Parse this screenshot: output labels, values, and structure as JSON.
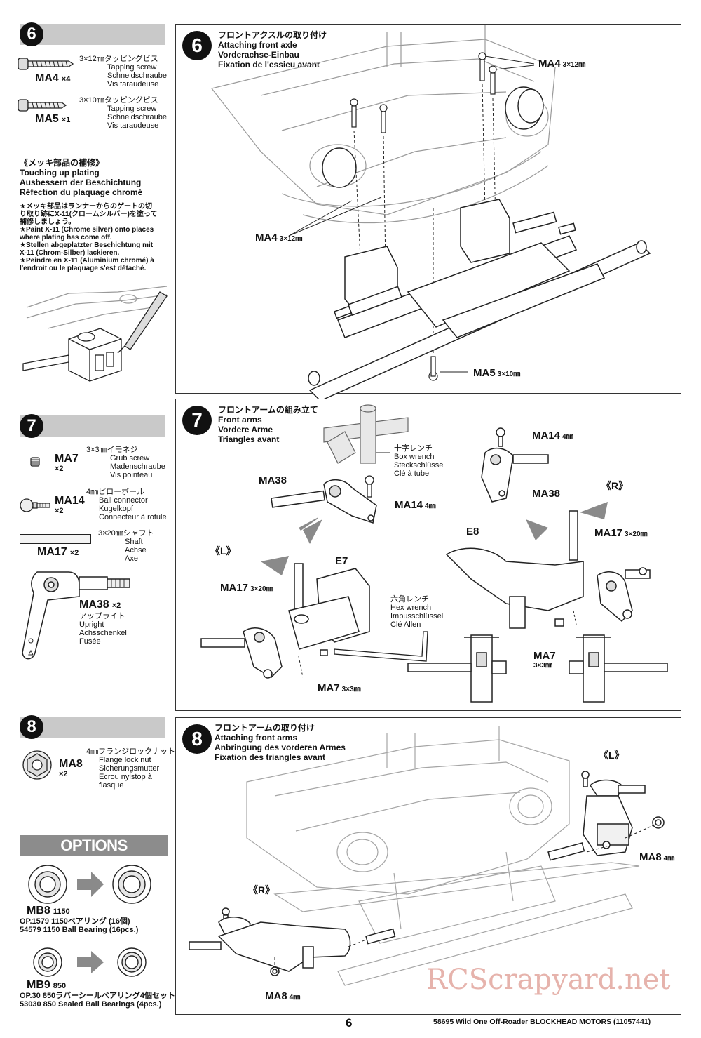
{
  "steps": {
    "s6": {
      "number": "6",
      "parts": [
        {
          "code": "MA4",
          "qty": "×4",
          "name_jp": "3×12㎜タッピングビス",
          "name_en": "Tapping screw",
          "name_de": "Schneidschraube",
          "name_fr": "Vis taraudeuse"
        },
        {
          "code": "MA5",
          "qty": "×1",
          "name_jp": "3×10㎜タッピングビス",
          "name_en": "Tapping screw",
          "name_de": "Schneidschraube",
          "name_fr": "Vis taraudeuse"
        }
      ],
      "plating_note": {
        "title_jp": "《メッキ部品の補修》",
        "title_en": "Touching up plating",
        "title_de": "Ausbessern der Beschichtung",
        "title_fr": "Réfection du plaquage chromé",
        "body_jp_1": "★メッキ部品はランナーからのゲートの切",
        "body_jp_2": "り取り跡にX-11(クロームシルバー)を塗って",
        "body_jp_3": "補修しましょう。",
        "body_en_1": "★Paint X-11 (Chrome silver) onto places",
        "body_en_2": "where plating has come off.",
        "body_de_1": "★Stellen abgeplatzter Beschichtung mit",
        "body_de_2": "X-11 (Chrom-Silber) lackieren.",
        "body_fr_1": "★Peindre en X-11 (Aluminium chromé) à",
        "body_fr_2": "l'endroit ou le plaquage s'est détaché."
      },
      "panel": {
        "title_jp": "フロントアクスルの取り付け",
        "title_en": "Attaching front axle",
        "title_de": "Vorderachse-Einbau",
        "title_fr": "Fixation de l'essieu avant",
        "callouts": [
          {
            "code": "MA4",
            "size": "3×12㎜"
          },
          {
            "code": "MA4",
            "size": "3×12㎜"
          },
          {
            "code": "MA5",
            "size": "3×10㎜"
          }
        ]
      }
    },
    "s7": {
      "number": "7",
      "parts": [
        {
          "code": "MA7",
          "qty": "×2",
          "name_jp": "3×3㎜イモネジ",
          "name_en": "Grub screw",
          "name_de": "Madenschraube",
          "name_fr": "Vis pointeau"
        },
        {
          "code": "MA14",
          "qty": "×2",
          "name_jp": "4㎜ピローボール",
          "name_en": "Ball connector",
          "name_de": "Kugelkopf",
          "name_fr": "Connecteur à rotule"
        },
        {
          "code": "MA17",
          "qty": "×2",
          "name_jp": "3×20㎜シャフト",
          "name_en": "Shaft",
          "name_de": "Achse",
          "name_fr": "Axe"
        },
        {
          "code": "MA38",
          "qty": "×2",
          "name_jp": "アップライト",
          "name_en": "Upright",
          "name_de": "Achsschenkel",
          "name_fr": "Fusée"
        }
      ],
      "panel": {
        "title_jp": "フロントアームの組み立て",
        "title_en": "Front arms",
        "title_de": "Vordere Arme",
        "title_fr": "Triangles avant",
        "box_wrench": {
          "jp": "十字レンチ",
          "en": "Box wrench",
          "de": "Steckschlüssel",
          "fr": "Clé à tube"
        },
        "hex_wrench": {
          "jp": "六角レンチ",
          "en": "Hex wrench",
          "de": "Imbusschlüssel",
          "fr": "Clé Allen"
        },
        "left_tag": "《L》",
        "right_tag": "《R》",
        "callouts": {
          "ma38_left": "MA38",
          "ma14_left": {
            "code": "MA14",
            "size": "4㎜"
          },
          "ma17_left": {
            "code": "MA17",
            "size": "3×20㎜"
          },
          "e7": "E7",
          "ma7_left": {
            "code": "MA7",
            "size": "3×3㎜"
          },
          "ma14_right": {
            "code": "MA14",
            "size": "4㎜"
          },
          "ma38_right": "MA38",
          "e8": "E8",
          "ma17_right": {
            "code": "MA17",
            "size": "3×20㎜"
          },
          "ma7_right": {
            "code": "MA7",
            "size": "3×3㎜"
          }
        }
      }
    },
    "s8": {
      "number": "8",
      "parts": [
        {
          "code": "MA8",
          "qty": "×2",
          "name_jp": "4㎜フランジロックナット",
          "name_en": "Flange lock nut",
          "name_de": "Sicherungsmutter",
          "name_fr_1": "Ecrou nylstop à",
          "name_fr_2": "flasque"
        }
      ],
      "panel": {
        "title_jp": "フロントアームの取り付け",
        "title_en": "Attaching front arms",
        "title_de": "Anbringung des vorderen Armes",
        "title_fr": "Fixation des triangles avant",
        "left_tag": "《L》",
        "right_tag": "《R》",
        "callouts": [
          {
            "code": "MA8",
            "size": "4㎜"
          },
          {
            "code": "MA8",
            "size": "4㎜"
          }
        ]
      }
    }
  },
  "options": {
    "header": "OPTIONS",
    "items": [
      {
        "code": "MB8",
        "size": "1150",
        "line1": "OP.1579 1150ベアリング (16個)",
        "line2": "54579 1150 Ball Bearing (16pcs.)"
      },
      {
        "code": "MB9",
        "size": "850",
        "line1": "OP.30 850ラバーシールベアリング4個セット",
        "line2": "53030 850 Sealed Ball Bearings (4pcs.)"
      }
    ]
  },
  "footer": {
    "page_number": "6",
    "product": "58695 Wild One Off-Roader BLOCKHEAD MOTORS (11057441)",
    "watermark": "RCScrapyard.net"
  },
  "colors": {
    "bar": "#c9c9c9",
    "ink": "#111111",
    "watermark": "#e6b3ac",
    "arrow": "#8a8a8a"
  }
}
